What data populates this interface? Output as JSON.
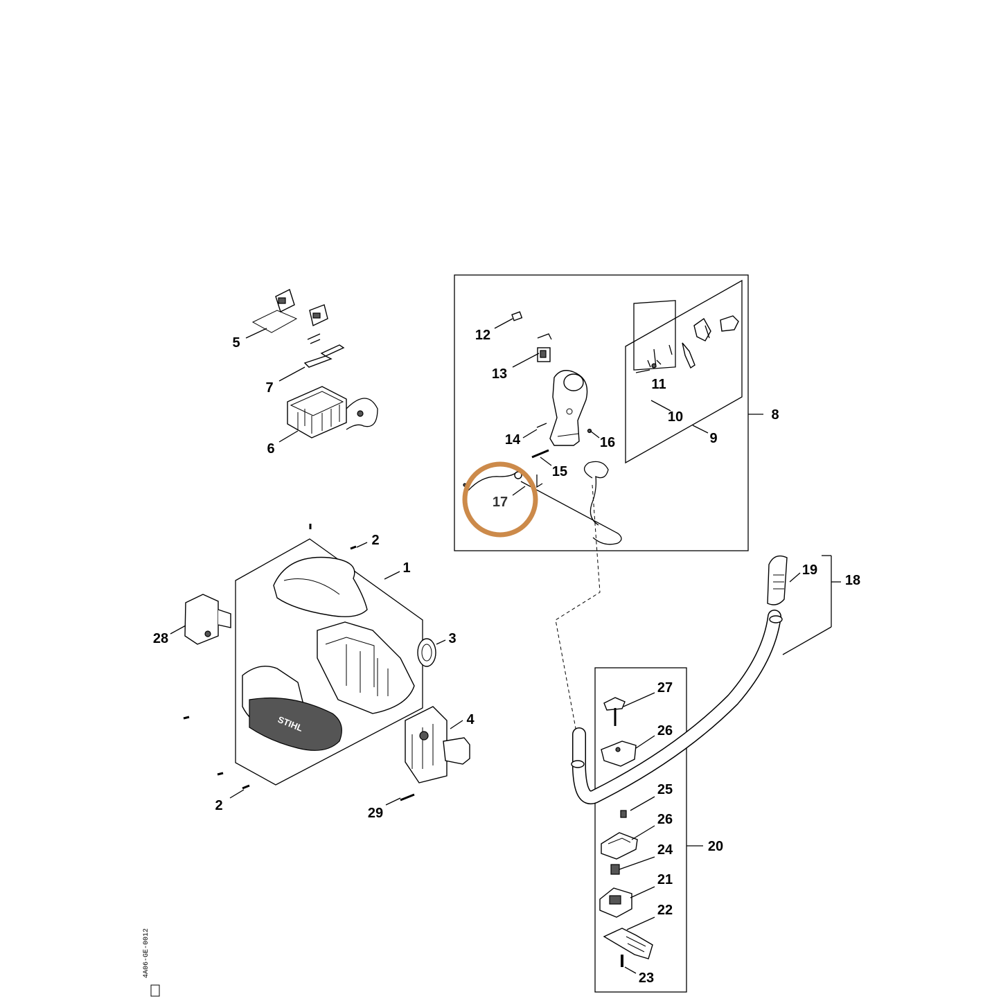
{
  "diagram": {
    "labels": {
      "l1": "1",
      "l2a": "2",
      "l2b": "2",
      "l3": "3",
      "l4": "4",
      "l5": "5",
      "l6": "6",
      "l7": "7",
      "l8": "8",
      "l9": "9",
      "l10": "10",
      "l11": "11",
      "l12": "12",
      "l13": "13",
      "l14": "14",
      "l15": "15",
      "l16": "16",
      "l17": "17",
      "l18": "18",
      "l19": "19",
      "l20": "20",
      "l21": "21",
      "l22": "22",
      "l23": "23",
      "l24": "24",
      "l25": "25",
      "l26a": "26",
      "l26b": "26",
      "l27": "27",
      "l28": "28",
      "l29": "29"
    },
    "brand_on_housing": "STIHL",
    "drawing_code": "4A06-GE-0012",
    "highlight_color": "#cc8a4a",
    "highlighted_part": "17"
  }
}
